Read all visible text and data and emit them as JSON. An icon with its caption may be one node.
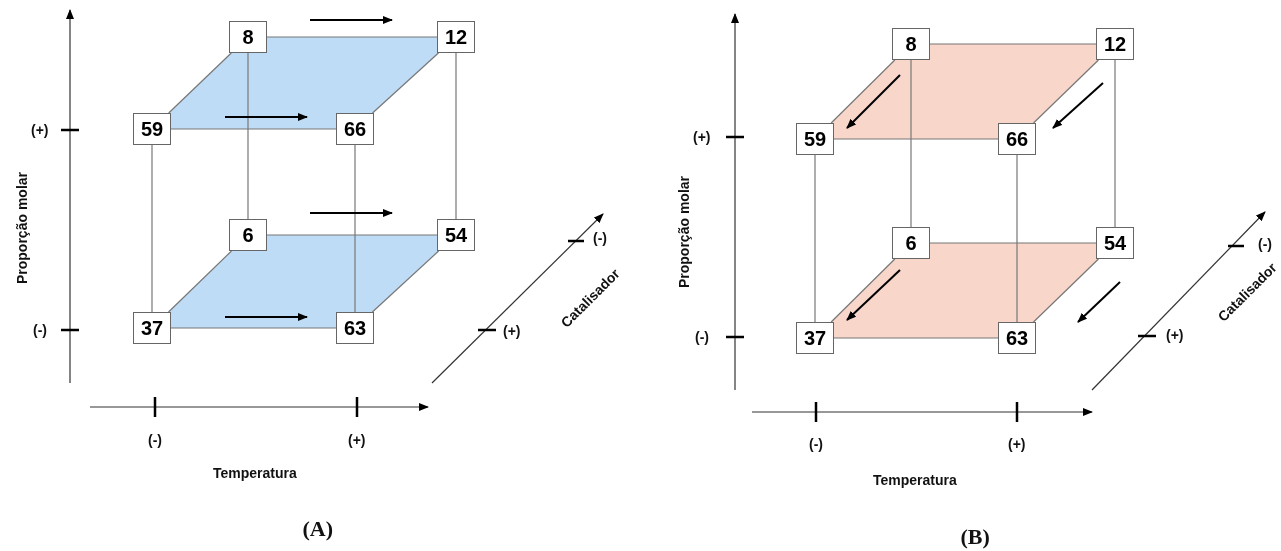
{
  "diagram": {
    "nodes": [
      {
        "text": [
          "8"
        ]
      },
      {
        "text": [
          "12"
        ]
      },
      {
        "text": [
          "59"
        ]
      },
      {
        "text": [
          "66"
        ]
      },
      {
        "text": [
          "6"
        ]
      },
      {
        "text": [
          "54"
        ]
      },
      {
        "text": [
          "37"
        ]
      },
      {
        "text": [
          "63"
        ]
      },
      {
        "text": [
          "8"
        ]
      },
      {
        "text": [
          "12"
        ]
      },
      {
        "text": [
          "59"
        ]
      },
      {
        "text": [
          "66"
        ]
      },
      {
        "text": [
          "6"
        ]
      },
      {
        "text": [
          "54"
        ]
      },
      {
        "text": [
          "37"
        ]
      },
      {
        "text": [
          "63"
        ]
      }
    ],
    "edges": [
      {
        "from": 0,
        "to": 1,
        "arrow": "none"
      },
      {
        "from": 2,
        "to": 3,
        "arrow": "none"
      },
      {
        "from": 0,
        "to": 2,
        "arrow": "none"
      },
      {
        "from": 1,
        "to": 3,
        "arrow": "none"
      },
      {
        "from": 4,
        "to": 5,
        "arrow": "none"
      },
      {
        "from": 6,
        "to": 7,
        "arrow": "none"
      },
      {
        "from": 4,
        "to": 6,
        "arrow": "none"
      },
      {
        "from": 5,
        "to": 7,
        "arrow": "none"
      },
      {
        "from": 2,
        "to": 6,
        "arrow": "none"
      },
      {
        "from": 3,
        "to": 7,
        "arrow": "none"
      },
      {
        "from": 0,
        "to": 4,
        "arrow": "none"
      },
      {
        "from": 1,
        "to": 5,
        "arrow": "none"
      },
      {
        "from": 8,
        "to": 9,
        "arrow": "none"
      },
      {
        "from": 10,
        "to": 11,
        "arrow": "none"
      },
      {
        "from": 8,
        "to": 10,
        "arrow": "none"
      },
      {
        "from": 9,
        "to": 11,
        "arrow": "none"
      },
      {
        "from": 12,
        "to": 13,
        "arrow": "none"
      },
      {
        "from": 14,
        "to": 15,
        "arrow": "none"
      },
      {
        "from": 12,
        "to": 14,
        "arrow": "none"
      },
      {
        "from": 13,
        "to": 15,
        "arrow": "none"
      },
      {
        "from": 10,
        "to": 14,
        "arrow": "none"
      },
      {
        "from": 11,
        "to": 15,
        "arrow": "none"
      },
      {
        "from": 8,
        "to": 12,
        "arrow": "none"
      },
      {
        "from": 9,
        "to": 13,
        "arrow": "none"
      }
    ],
    "labels": [
      "(+)",
      "(-)",
      "Proporção molar",
      "(-)",
      "(+)",
      "Temperatura",
      "(-)",
      "(+)",
      "Catalisador",
      "(A)",
      "(+)",
      "(-)",
      "Proporção molar",
      "(-)",
      "(+)",
      "Temperatura",
      "(-)",
      "(+)",
      "Catalisador",
      "(B)"
    ]
  }
}
